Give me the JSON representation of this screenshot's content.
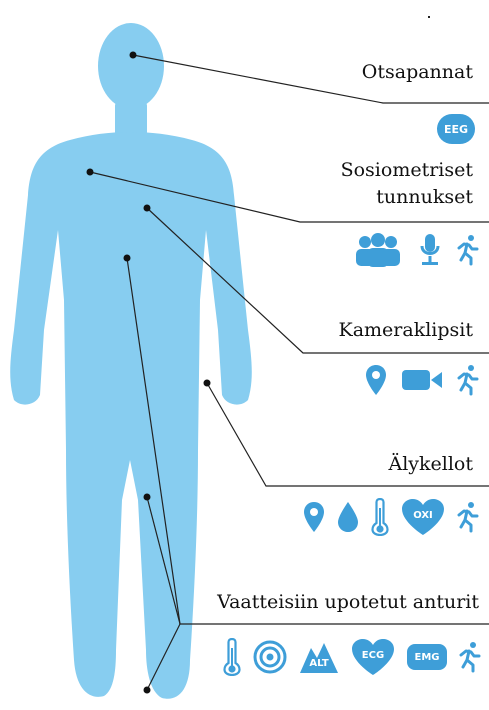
{
  "colors": {
    "body": "#87cdf0",
    "accent": "#3e9ed8",
    "line": "#222222"
  },
  "sections": [
    {
      "id": "otsapannat",
      "label": "Otsapannat",
      "icons": [
        {
          "name": "eeg-icon",
          "text": "EEG"
        }
      ]
    },
    {
      "id": "sosiometriset",
      "label_lines": [
        "Sosiometriset",
        "tunnukset"
      ],
      "icons": [
        {
          "name": "group-people-icon"
        },
        {
          "name": "microphone-icon"
        },
        {
          "name": "running-person-icon"
        }
      ]
    },
    {
      "id": "kameraklipsit",
      "label": "Kameraklipsit",
      "icons": [
        {
          "name": "location-pin-icon"
        },
        {
          "name": "video-camera-icon"
        },
        {
          "name": "running-person-icon"
        }
      ]
    },
    {
      "id": "alykellot",
      "label": "Älykellot",
      "icons": [
        {
          "name": "location-pin-icon"
        },
        {
          "name": "water-drop-icon"
        },
        {
          "name": "thermometer-icon"
        },
        {
          "name": "oxi-heart-icon",
          "text": "OXI"
        },
        {
          "name": "running-person-icon"
        }
      ]
    },
    {
      "id": "vaatteisiin",
      "label": "Vaatteisiin upotetut anturit",
      "icons": [
        {
          "name": "thermometer-icon"
        },
        {
          "name": "target-icon"
        },
        {
          "name": "alt-mountain-icon",
          "text": "ALT"
        },
        {
          "name": "ecg-heart-icon",
          "text": "ECG"
        },
        {
          "name": "emg-icon",
          "text": "EMG"
        },
        {
          "name": "running-person-icon"
        }
      ]
    }
  ]
}
